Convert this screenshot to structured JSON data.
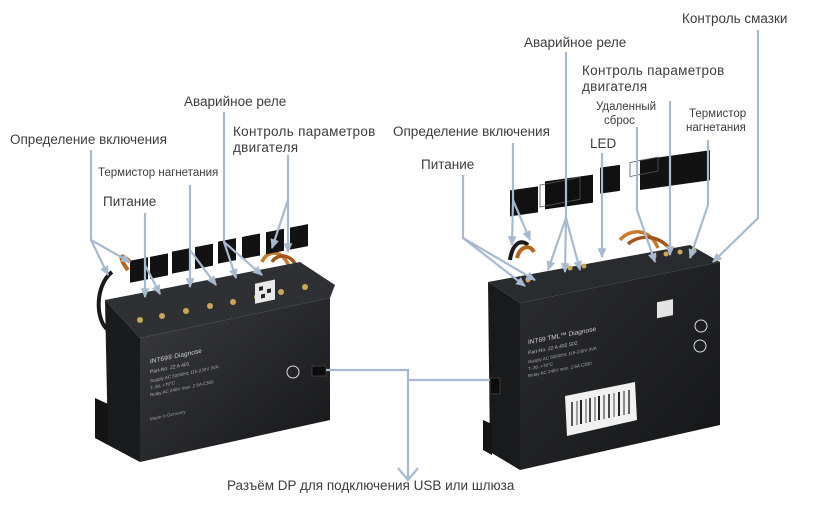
{
  "labels": {
    "left": {
      "power_detection": "Определение включения",
      "discharge_thermistor": "Термистор нагнетания",
      "power": "Питание",
      "alarm_relay": "Аварийное реле",
      "motor_control_line1": "Контроль  параметров",
      "motor_control_line2": "двигателя"
    },
    "right": {
      "power_detection": "Определение включения",
      "power": "Питание",
      "alarm_relay": "Аварийное реле",
      "led": "LED",
      "motor_control_line1": "Контроль  параметров",
      "motor_control_line2": "двигателя",
      "remote_reset_line1": "Удаленный",
      "remote_reset_line2": "сброс",
      "discharge_thermistor_line1": "Термистор",
      "discharge_thermistor_line2": "нагнетания",
      "oil_control": "Контроль смазки"
    },
    "dp_connector": "Разъём DP для подключения USB или шлюза"
  },
  "colors": {
    "leader_line": "#a7bad0",
    "device_body": "#1e1f21",
    "device_face": "#2a2b2e",
    "label_text": "#3d3d3d"
  },
  "device_left": {
    "brand": "INT69® Diagnose",
    "part": "Part-No. 22 A 401",
    "specs": [
      "Supply AC 50/60Hz 115-230V 3VA",
      "T.-30..+70°C",
      "Relay AC 240V max. 2.5A C300"
    ],
    "footer": "Made in Germany"
  },
  "device_right": {
    "brand": "INT69 TML™ Diagnose",
    "part": "Part-No. 22 A 402 S02",
    "specs": [
      "Supply AC 50/60Hz 115-230V 3VA",
      "T.-30..+70°C",
      "Relay AC 240V max. 2.5A C300"
    ]
  }
}
